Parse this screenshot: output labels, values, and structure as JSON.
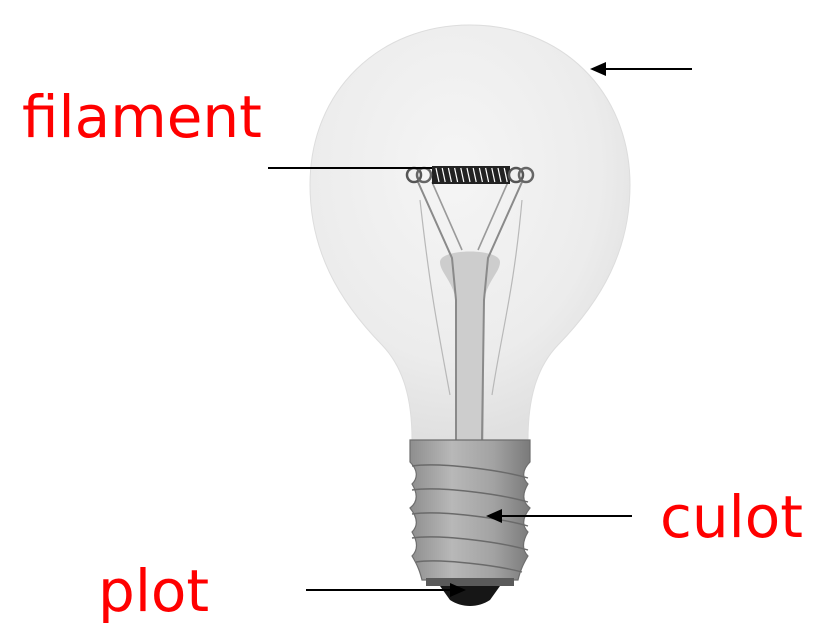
{
  "labels": {
    "filament": "filament",
    "culot": "culot",
    "plot": "plot"
  },
  "colors": {
    "label": "#ff0000",
    "glass": "#eaeaea",
    "glass_edge": "#dcdcdc",
    "stem": "#c9c9c9",
    "base": "#a9a9a9",
    "base_dark": "#7c7c7c",
    "contact": "#1a1a1a",
    "leader": "#000000"
  }
}
